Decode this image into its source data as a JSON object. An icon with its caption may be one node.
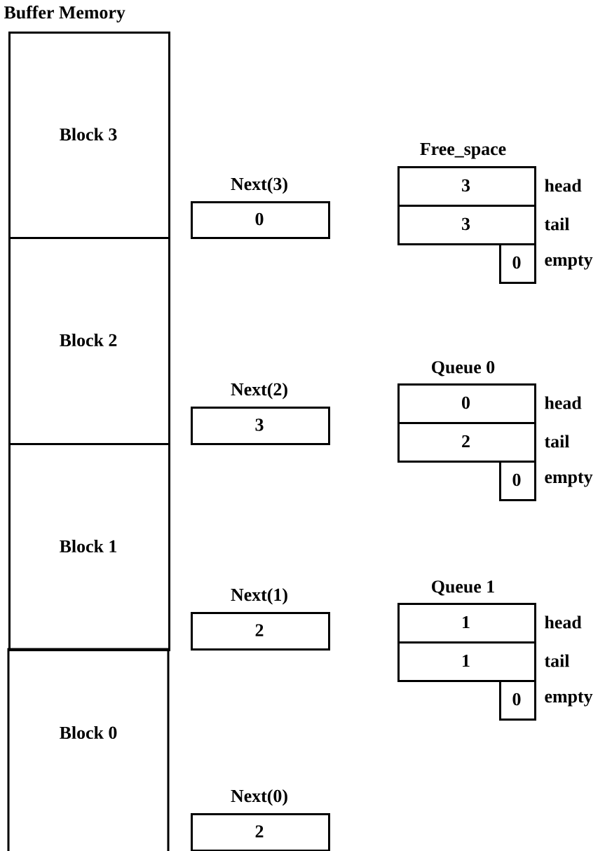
{
  "diagram": {
    "title": "Buffer Memory",
    "nodes": [
      {
        "text": [
          "Block 3"
        ]
      },
      {
        "text": [
          "Block 2"
        ]
      },
      {
        "text": [
          "Block 1"
        ]
      },
      {
        "text": [
          "Block 0"
        ]
      },
      {
        "text": [
          "Next(3)",
          "0"
        ]
      },
      {
        "text": [
          "Next(2)",
          "3"
        ]
      },
      {
        "text": [
          "Next(1)",
          "2"
        ]
      },
      {
        "text": [
          "Next(0)",
          "2"
        ]
      },
      {
        "text": [
          "Free_space",
          "3"
        ],
        "beside": [
          "head"
        ]
      },
      {
        "text": [
          "3"
        ],
        "beside": [
          "tail"
        ]
      },
      {
        "text": [
          "0"
        ],
        "beside": [
          "empty"
        ]
      },
      {
        "text": [
          "Queue 0",
          "0"
        ],
        "beside": [
          "head"
        ]
      },
      {
        "text": [
          "2"
        ],
        "beside": [
          "tail"
        ]
      },
      {
        "text": [
          "0"
        ],
        "beside": [
          "empty"
        ]
      },
      {
        "text": [
          "Queue 1",
          "1"
        ],
        "beside": [
          "head"
        ]
      },
      {
        "text": [
          "1"
        ],
        "beside": [
          "tail"
        ]
      },
      {
        "text": [
          "0"
        ],
        "beside": [
          "empty"
        ]
      }
    ]
  }
}
